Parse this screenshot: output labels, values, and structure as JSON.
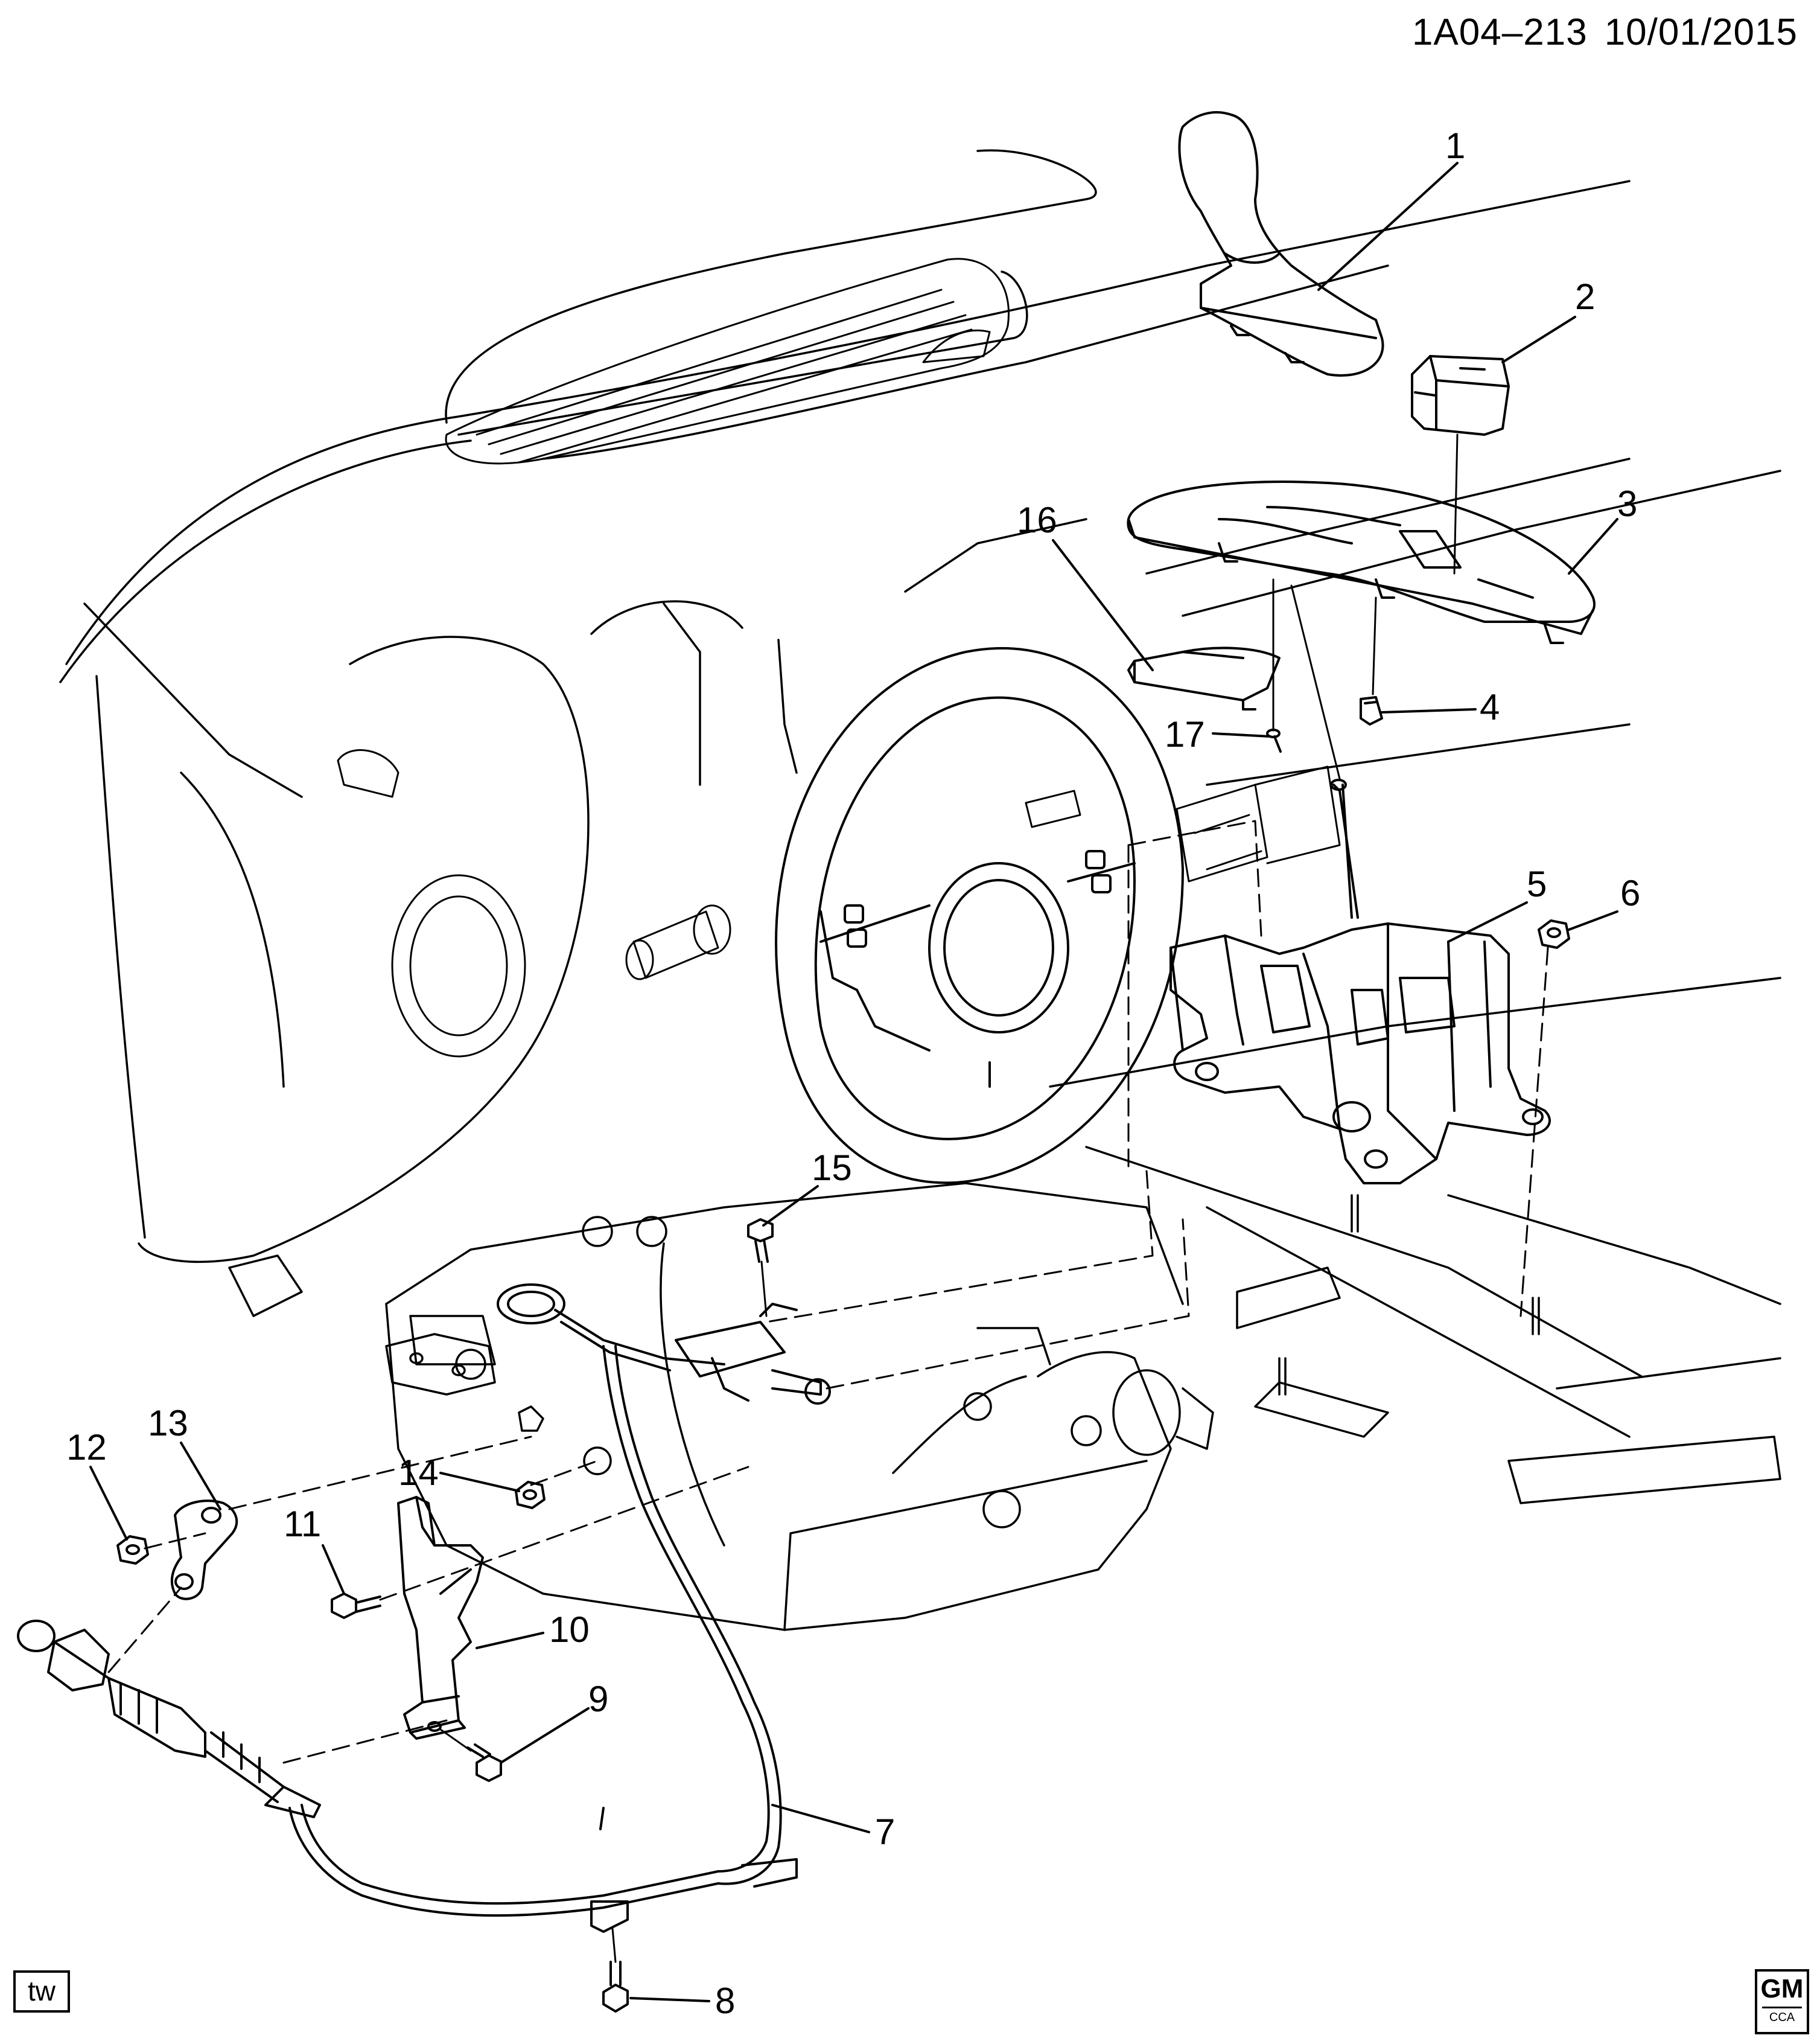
{
  "header": {
    "code": "1A04–213",
    "date": "10/01/2015"
  },
  "footer": {
    "tag": "tw",
    "logo_text": "GM",
    "logo_sub": "CCA"
  },
  "callouts": {
    "c1": "1",
    "c2": "2",
    "c3": "3",
    "c4": "4",
    "c5": "5",
    "c6": "6",
    "c7": "7",
    "c8": "8",
    "c9": "9",
    "c10": "10",
    "c11": "11",
    "c12": "12",
    "c13": "13",
    "c14": "14",
    "c15": "15",
    "c16": "16",
    "c17": "17"
  }
}
